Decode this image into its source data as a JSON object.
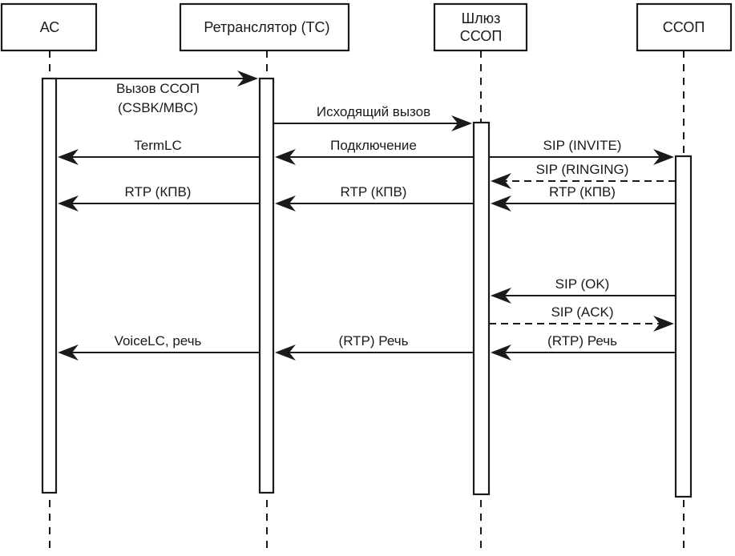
{
  "diagram": {
    "type": "sequence",
    "participants": [
      {
        "id": "ac",
        "lines": [
          "АС"
        ]
      },
      {
        "id": "relay",
        "lines": [
          "Ретранслятор (ТС)"
        ]
      },
      {
        "id": "gateway",
        "lines": [
          "Шлюз",
          "ССОП"
        ]
      },
      {
        "id": "pstn",
        "lines": [
          "ССОП"
        ]
      }
    ],
    "messages": [
      {
        "from": "ac",
        "to": "relay",
        "lines": [
          "Вызов ССОП",
          "(CSBK/MBC)"
        ],
        "style": "solid"
      },
      {
        "from": "relay",
        "to": "gateway",
        "lines": [
          "Исходящий вызов"
        ],
        "style": "solid"
      },
      {
        "from": "relay",
        "to": "ac",
        "lines": [
          "TermLC"
        ],
        "style": "solid"
      },
      {
        "from": "gateway",
        "to": "relay",
        "lines": [
          "Подключение"
        ],
        "style": "solid"
      },
      {
        "from": "gateway",
        "to": "pstn",
        "lines": [
          "SIP (INVITE)"
        ],
        "style": "solid"
      },
      {
        "from": "pstn",
        "to": "gateway",
        "lines": [
          "SIP (RINGING)"
        ],
        "style": "dashed"
      },
      {
        "from": "relay",
        "to": "ac",
        "lines": [
          "RTP (КПВ)"
        ],
        "style": "solid"
      },
      {
        "from": "gateway",
        "to": "relay",
        "lines": [
          "RTP (КПВ)"
        ],
        "style": "solid"
      },
      {
        "from": "pstn",
        "to": "gateway",
        "lines": [
          "RTP (КПВ)"
        ],
        "style": "solid"
      },
      {
        "from": "pstn",
        "to": "gateway",
        "lines": [
          "SIP (OK)"
        ],
        "style": "solid"
      },
      {
        "from": "gateway",
        "to": "pstn",
        "lines": [
          "SIP (ACK)"
        ],
        "style": "dashed"
      },
      {
        "from": "relay",
        "to": "ac",
        "lines": [
          "VoiceLC, речь"
        ],
        "style": "solid"
      },
      {
        "from": "gateway",
        "to": "relay",
        "lines": [
          "(RTP) Речь"
        ],
        "style": "solid"
      },
      {
        "from": "pstn",
        "to": "gateway",
        "lines": [
          "(RTP) Речь"
        ],
        "style": "solid"
      }
    ]
  }
}
